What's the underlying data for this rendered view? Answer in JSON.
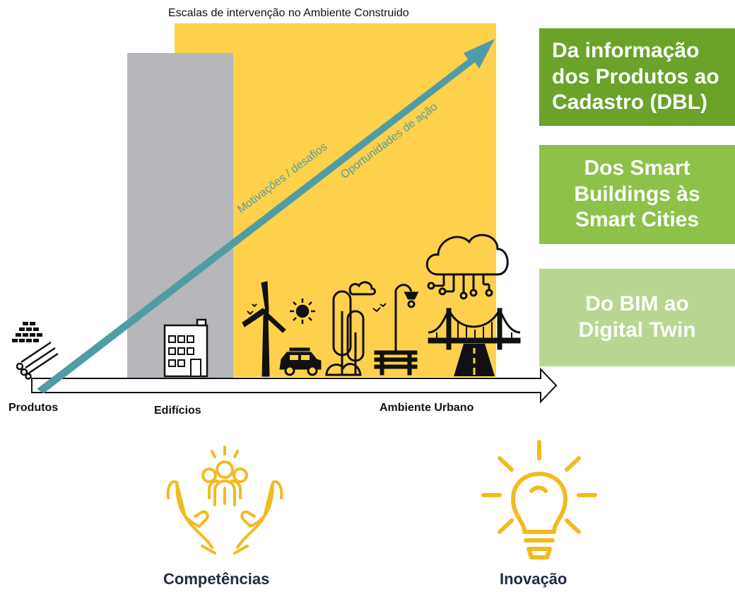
{
  "diagram": {
    "title": "Escalas de intervenção  no Ambiente Construido",
    "arrow_labels": {
      "upper": "Motivações / desafios",
      "lower": "Oportunidades de ação"
    },
    "axis_labels": {
      "produtos": "Produtos",
      "edificios": "Edifícios",
      "ambiente_urbano": "Ambiente Urbano"
    },
    "boxes": [
      {
        "text": "Da informação\ndos Produtos ao\nCadastro (DBL)",
        "color": "#6AA22A"
      },
      {
        "text": "Dos Smart\nBuildings às\nSmart Cities",
        "color": "#8DC149"
      },
      {
        "text": "Do BIM ao\nDigital Twin",
        "color": "#B8D691"
      }
    ],
    "bottom_icons": [
      {
        "icon": "hands-people-icon",
        "label": "Competências"
      },
      {
        "icon": "lightbulb-icon",
        "label": "Inovação"
      }
    ],
    "colors": {
      "yellow": "#FDD14B",
      "gray": "#B6B7BA",
      "arrow": "#4F9CA5",
      "icon_gold": "#F3BA1F"
    }
  }
}
